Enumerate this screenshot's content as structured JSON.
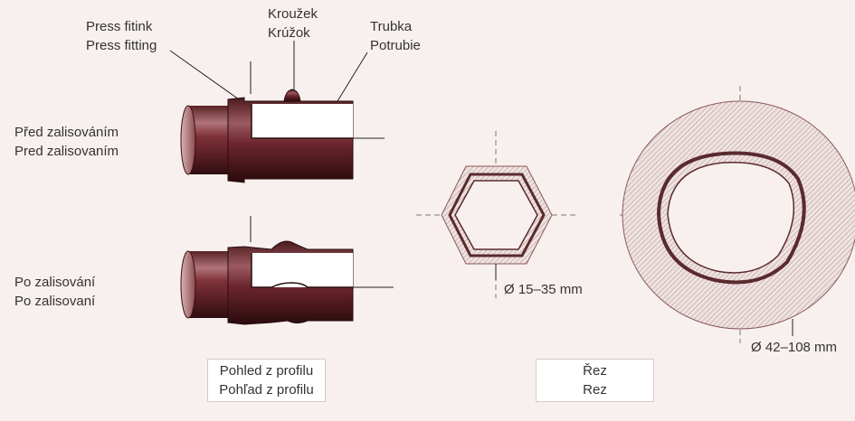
{
  "labels": {
    "press_fitting": [
      "Press fitink",
      "Press fitting"
    ],
    "ring": [
      "Kroužek",
      "Krúžok"
    ],
    "tube": [
      "Trubka",
      "Potrubie"
    ],
    "before_pressing": [
      "Před zalisováním",
      "Pred zalisovaním"
    ],
    "after_pressing": [
      "Po zalisování",
      "Po zalisovaní"
    ],
    "small_diameter": "Ø 15–35 mm",
    "large_diameter": "Ø 42–108 mm"
  },
  "captions": {
    "profile_view": [
      "Pohled z profilu",
      "Pohľad z profilu"
    ],
    "section": [
      "Řez",
      "Rez"
    ]
  },
  "colors": {
    "background": "#f8f0ee",
    "metal_dark": "#4a1a1d",
    "metal_mid": "#8a3a40",
    "metal_light": "#c48a8c",
    "hatch": "#b89a98"
  }
}
